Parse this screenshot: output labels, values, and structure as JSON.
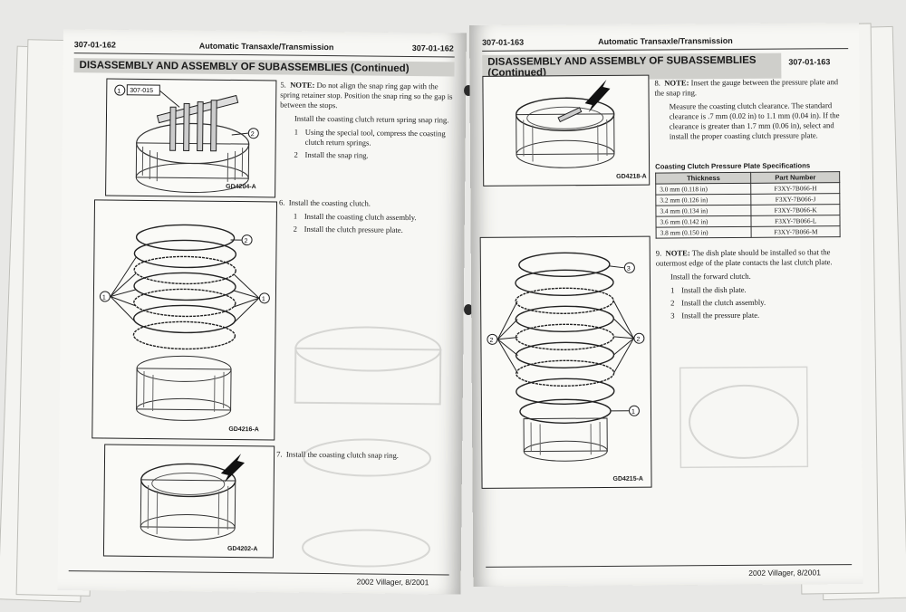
{
  "left_page": {
    "page_number_left": "307-01-162",
    "page_number_right": "307-01-162",
    "section_title": "Automatic Transaxle/Transmission",
    "heading": "DISASSEMBLY AND ASSEMBLY OF SUBASSEMBLIES (Continued)",
    "figures": [
      {
        "label": "GD4204-A",
        "callouts": [
          "1",
          "307-015",
          "2"
        ]
      },
      {
        "label": "GD4216-A",
        "callouts": [
          "1",
          "1",
          "2"
        ]
      },
      {
        "label": "GD4202-A",
        "callouts": []
      }
    ],
    "steps": [
      {
        "number": "5.",
        "note_label": "NOTE:",
        "note_text": "Do not align the snap ring gap with the spring retainer stop. Position the snap ring so the gap is between the stops.",
        "body": "Install the coasting clutch return spring snap ring.",
        "substeps": [
          {
            "n": "1",
            "t": "Using the special tool, compress the coasting clutch return springs."
          },
          {
            "n": "2",
            "t": "Install the snap ring."
          }
        ]
      },
      {
        "number": "6.",
        "body": "Install the coasting clutch.",
        "substeps": [
          {
            "n": "1",
            "t": "Install the coasting clutch assembly."
          },
          {
            "n": "2",
            "t": "Install the clutch pressure plate."
          }
        ]
      },
      {
        "number": "7.",
        "body": "Install the coasting clutch snap ring.",
        "substeps": []
      }
    ],
    "footer": "2002 Villager, 8/2001"
  },
  "right_page": {
    "page_number_left": "307-01-163",
    "page_number_right": "307-01-163",
    "section_title": "Automatic Transaxle/Transmission",
    "heading": "DISASSEMBLY AND ASSEMBLY OF SUBASSEMBLIES (Continued)",
    "figures": [
      {
        "label": "GD4218-A",
        "callouts": []
      },
      {
        "label": "GD4215-A",
        "callouts": [
          "3",
          "2",
          "2",
          "1"
        ]
      }
    ],
    "steps": [
      {
        "number": "8.",
        "note_label": "NOTE:",
        "note_text": "Insert the gauge between the pressure plate and the snap ring.",
        "body": "Measure the coasting clutch clearance. The standard clearance is .7 mm (0.02 in) to 1.1 mm (0.04 in). If the clearance is greater than 1.7 mm (0.06 in), select and install the proper coasting clutch pressure plate."
      },
      {
        "number": "9.",
        "note_label": "NOTE:",
        "note_text": "The dish plate should be installed so that the outermost edge of the plate contacts the last clutch plate.",
        "body": "Install the forward clutch.",
        "substeps": [
          {
            "n": "1",
            "t": "Install the dish plate."
          },
          {
            "n": "2",
            "t": "Install the clutch assembly."
          },
          {
            "n": "3",
            "t": "Install the pressure plate."
          }
        ]
      }
    ],
    "table": {
      "title": "Coasting Clutch Pressure Plate Specifications",
      "headers": [
        "Thickness",
        "Part Number"
      ],
      "rows": [
        [
          "3.0 mm (0.118 in)",
          "F3XY-7B066-H"
        ],
        [
          "3.2 mm (0.126 in)",
          "F3XY-7B066-J"
        ],
        [
          "3.4 mm (0.134 in)",
          "F3XY-7B066-K"
        ],
        [
          "3.6 mm (0.142 in)",
          "F3XY-7B066-L"
        ],
        [
          "3.8 mm (0.150 in)",
          "F3XY-7B066-M"
        ]
      ]
    },
    "footer": "2002 Villager, 8/2001"
  },
  "colors": {
    "paper": "#f7f7f4",
    "background": "#e8e8e6",
    "heading_bar": "#cfcfcb",
    "ink": "#1a1a1a"
  }
}
